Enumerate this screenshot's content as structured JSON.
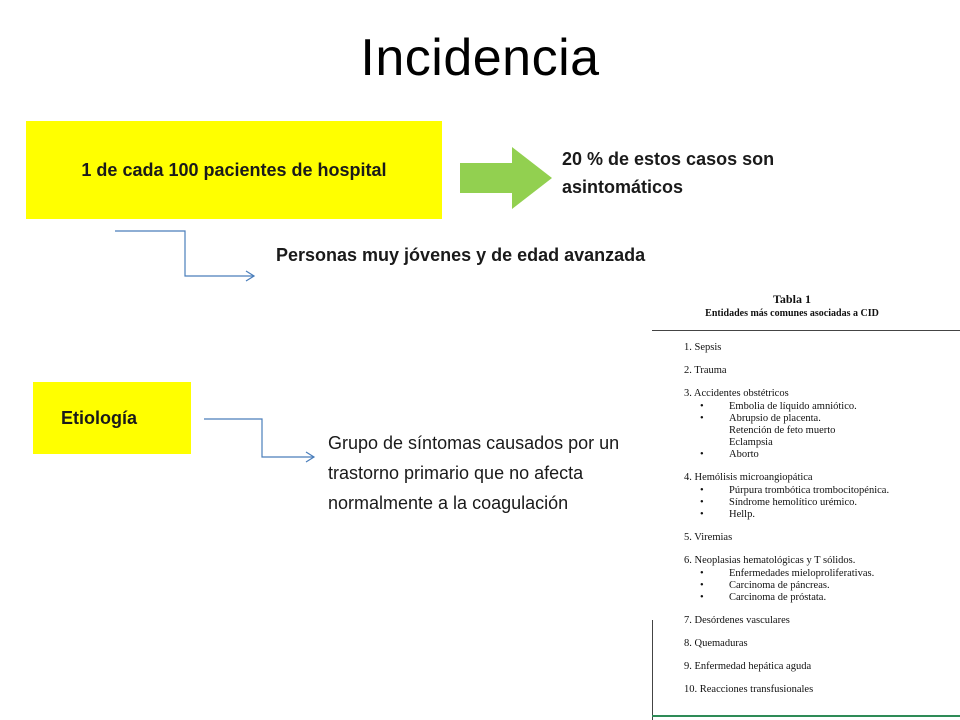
{
  "title": "Incidencia",
  "box_incidence": "1 de cada 100 pacientes de hospital",
  "asymptomatic_note": "20 % de estos casos son asintomáticos",
  "age_note": "Personas muy jóvenes y de edad avanzada",
  "box_etiology": "Etiología",
  "etiology_note": "Grupo de síntomas causados por un trastorno primario que no afecta normalmente a la coagulación",
  "colors": {
    "box_fill": "#ffff00",
    "arrow_fill": "#92d050",
    "connector": "#4a7ebb"
  },
  "table": {
    "title": "Tabla 1",
    "subtitle": "Entidades más comunes asociadas a CID",
    "items": [
      {
        "label": "1. Sepsis",
        "subs": []
      },
      {
        "label": "2. Trauma",
        "subs": []
      },
      {
        "label": "3. Accidentes obstétricos",
        "subs": [
          {
            "text": "Embolia de líquido amniótico.",
            "bullet": true
          },
          {
            "text": "Abrupsio de placenta.",
            "bullet": true
          },
          {
            "text": "Retención de feto muerto",
            "bullet": false
          },
          {
            "text": "Eclampsia",
            "bullet": false
          },
          {
            "text": "Aborto",
            "bullet": true
          }
        ]
      },
      {
        "label": "4. Hemólisis microangiopática",
        "subs": [
          {
            "text": "Púrpura trombótica trombocitopénica.",
            "bullet": true
          },
          {
            "text": "Síndrome hemolítico urémico.",
            "bullet": true
          },
          {
            "text": "Hellp.",
            "bullet": true
          }
        ]
      },
      {
        "label": "5. Viremias",
        "subs": []
      },
      {
        "label": "6. Neoplasias hematológicas y T sólidos.",
        "subs": [
          {
            "text": "Enfermedades mieloproliferativas.",
            "bullet": true
          },
          {
            "text": "Carcinoma de páncreas.",
            "bullet": true
          },
          {
            "text": "Carcinoma de próstata.",
            "bullet": true
          }
        ]
      },
      {
        "label": "7. Desórdenes vasculares",
        "subs": []
      },
      {
        "label": "8. Quemaduras",
        "subs": []
      },
      {
        "label": "9. Enfermedad hepática aguda",
        "subs": []
      },
      {
        "label": "10. Reacciones transfusionales",
        "subs": []
      }
    ]
  }
}
